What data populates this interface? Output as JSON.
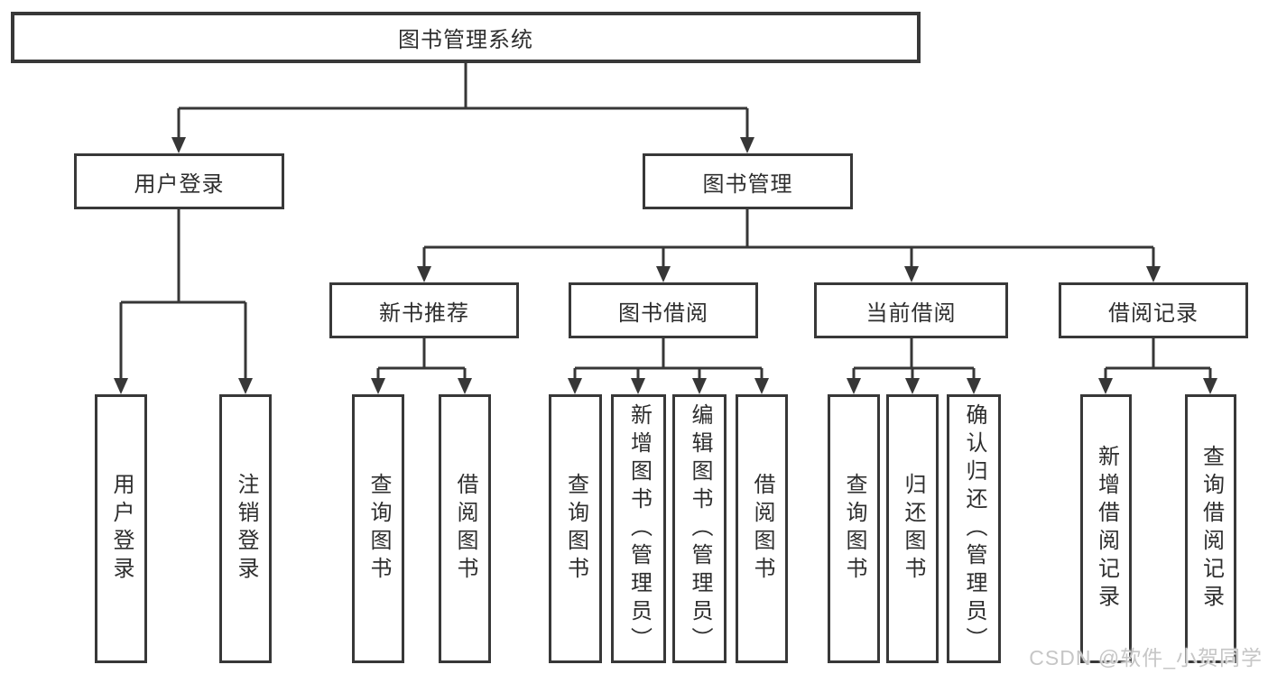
{
  "tree": {
    "label": "图书管理系统",
    "children": [
      {
        "label": "用户登录",
        "children": [
          {
            "label": "用户登录"
          },
          {
            "label": "注销登录"
          }
        ]
      },
      {
        "label": "图书管理",
        "children": [
          {
            "label": "新书推荐",
            "children": [
              {
                "label": "查询图书"
              },
              {
                "label": "借阅图书"
              }
            ]
          },
          {
            "label": "图书借阅",
            "children": [
              {
                "label": "查询图书"
              },
              {
                "label": "新增图书（管理员）"
              },
              {
                "label": "编辑图书（管理员）"
              },
              {
                "label": "借阅图书"
              }
            ]
          },
          {
            "label": "当前借阅",
            "children": [
              {
                "label": "查询图书"
              },
              {
                "label": "归还图书"
              },
              {
                "label": "确认归还（管理员）"
              }
            ]
          },
          {
            "label": "借阅记录",
            "children": [
              {
                "label": "新增借阅记录"
              },
              {
                "label": "查询借阅记录"
              }
            ]
          }
        ]
      }
    ]
  },
  "watermark": "CSDN @软件_小贺同学",
  "colors": {
    "line": "#373737",
    "border": "#383838",
    "text": "#2e2e2e",
    "watermark": "#c6c6c6",
    "background": "#ffffff"
  }
}
